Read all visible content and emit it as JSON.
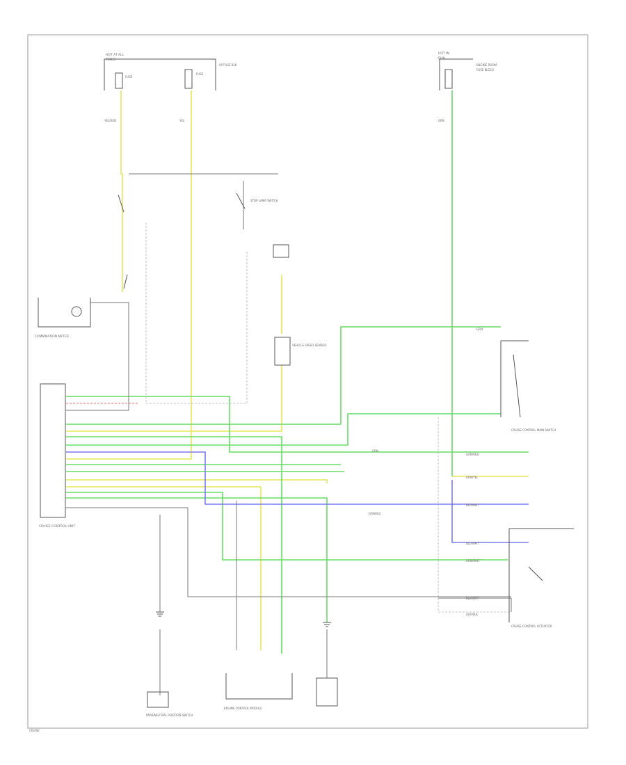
{
  "diagram": {
    "labels": {
      "fuse_top_left_a": "HOT AT ALL",
      "fuse_top_left_b": "TIMES",
      "fuse_top_right_a": "HOT IN",
      "fuse_top_right_b": "RUN",
      "cruise_control_unit": "CRUISE CONTROL UNIT",
      "combination_meter": "COMBINATION METER",
      "stop_lamp_switch": "STOP LAMP SWITCH",
      "cruise_actuator": "CRUISE CONTROL ACTUATOR",
      "main_switch": "CRUISE CONTROL MAIN SWITCH",
      "vehicle_speed_sensor": "VEHICLE SPEED SENSOR",
      "neutral_start_switch": "PARK/NEUTRAL POSITION SWITCH",
      "engine_control": "ENGINE CONTROL MODULE",
      "footer": "CRUISE"
    }
  }
}
